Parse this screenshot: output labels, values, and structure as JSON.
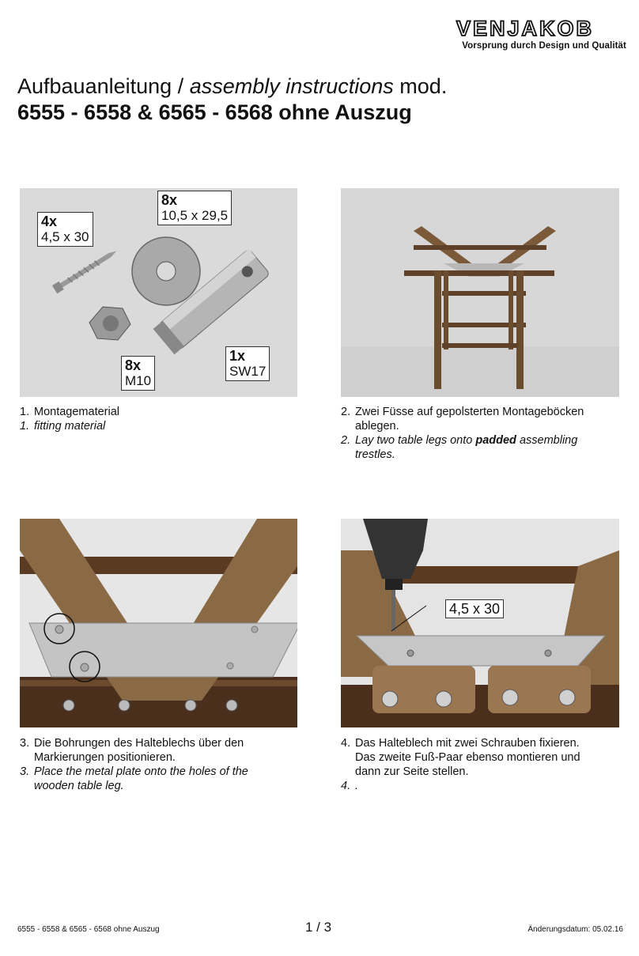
{
  "brand": {
    "name": "VENJAKOB",
    "tagline": "Vorsprung durch Design und Qualität"
  },
  "title": {
    "prefix": "Aufbauanleitung / ",
    "italic": "assembly instructions",
    "suffix": " mod.",
    "line2": "6555 - 6558 & 6565 - 6568 ohne Auszug"
  },
  "steps": [
    {
      "labels": [
        {
          "qty": "4x",
          "size": "4,5 x 30"
        },
        {
          "qty": "8x",
          "size": "10,5 x 29,5"
        },
        {
          "qty": "8x",
          "size": "M10"
        },
        {
          "qty": "1x",
          "size": "SW17"
        }
      ],
      "num": "1.",
      "de": "Montagematerial",
      "en_num": "1.",
      "en": "fitting material"
    },
    {
      "num": "2.",
      "de_line1": "Zwei Füsse auf gepolsterten Montageböcken",
      "de_line2": "ablegen.",
      "en_num": "2.",
      "en_pre": "Lay two table legs onto ",
      "en_bold": "padded",
      "en_post": " assembling",
      "en_line2": "trestles."
    },
    {
      "num": "3.",
      "de_line1": "Die Bohrungen des Halteblechs über den",
      "de_line2": "Markierungen positionieren.",
      "en_num": "3.",
      "en_line1": "Place the metal plate onto the holes of the",
      "en_line2": "wooden table leg."
    },
    {
      "label": "4,5 x 30",
      "num": "4.",
      "de_line1": "Das Halteblech mit zwei Schrauben fixieren.",
      "de_line2": "Das zweite Fuß-Paar ebenso montieren und",
      "de_line3": "dann zur Seite stellen.",
      "en_num": "4.",
      "en": "."
    }
  ],
  "footer": {
    "left": "6555 - 6558 & 6565 - 6568 ohne Auszug",
    "page": "1 / 3",
    "right": "Änderungsdatum: 05.02.16"
  }
}
